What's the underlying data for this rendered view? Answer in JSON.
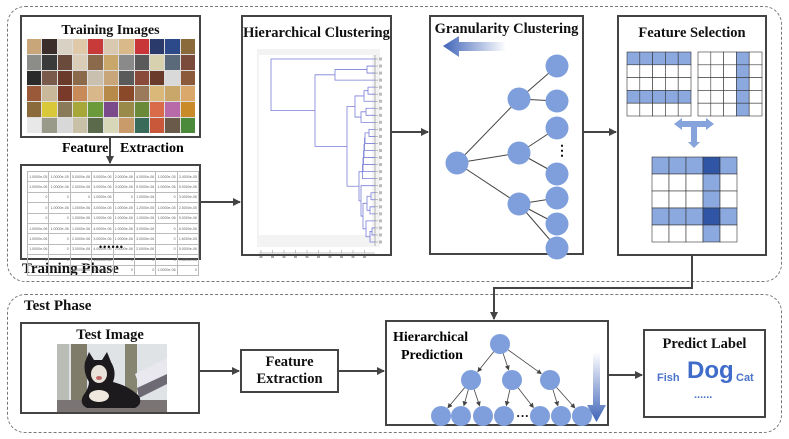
{
  "training_phase": {
    "label": "Training Phase",
    "training_images": {
      "title": "Training Images",
      "grid_rows": 6,
      "grid_cols": 11
    },
    "feature_extraction_label": {
      "left": "Feature",
      "right": "Extraction"
    },
    "feature_matrix": {
      "rows": [
        [
          "1.0000e-05",
          "1.0000e-05",
          "5.0000e-06",
          "5.0000e-06",
          "2.0000e-06",
          "4.0000e-06",
          "1.0000e-05",
          "3.4000e-05"
        ],
        [
          "1.0000e-06",
          "1.0000e-06",
          "2.0000e-06",
          "3.0000e-06",
          "3.0000e-06",
          "5.0000e-06",
          "1.0000e-06",
          "5.0000e-06"
        ],
        [
          "0",
          "0",
          "0",
          "1.0000e-06",
          "0",
          "1.0000e-06",
          "0",
          "3.0000e-06"
        ],
        [
          "0",
          "1.0000e-06",
          "1.0000e-06",
          "3.0000e-05",
          "1.0000e-05",
          "1.2000e-05",
          "1.0000e-05",
          "2.5000e-05"
        ],
        [
          "0",
          "0",
          "1.0000e-06",
          "1.0000e-06",
          "1.0000e-06",
          "1.0000e-06",
          "1.0000e-06",
          "5.0000e-06"
        ],
        [
          "1.0000e-06",
          "1.0000e-06",
          "1.0000e-06",
          "4.0000e-06",
          "1.0000e-06",
          "3.0000e-06",
          "0",
          "6.0000e-06"
        ],
        [
          "1.0000e-06",
          "0",
          "2.0000e-06",
          "3.0000e-06",
          "1.0000e-06",
          "3.0000e-06",
          "0",
          "1.6000e-05"
        ],
        [
          "1.0000e-06",
          "0",
          "3.0000e-06",
          "4.0000e-06",
          "2.0000e-06",
          "2.0000e-06",
          "0",
          "5.0000e-06"
        ],
        [
          "0",
          "0",
          "0",
          "1.0000e-06",
          "0",
          "0",
          "0",
          "1.4000e-05"
        ],
        [
          "0",
          "0",
          "1.0000e-06",
          "2.0000e-06",
          "0",
          "0",
          "1.0000e-06",
          "0"
        ]
      ],
      "ellipsis": "••••••"
    },
    "hierarchical_clustering": {
      "title": "Hierarchical  Clustering",
      "leaf_count": 27,
      "link_color": "#7a7fd8"
    },
    "granularity_clustering": {
      "title": "Granularity Clustering",
      "vertical_ellipsis": "⋮",
      "node_color": "#7f9fdc"
    },
    "feature_selection": {
      "title": "Feature Selection",
      "highlight_light": "#8ba8df",
      "highlight_dark": "#2f55a4"
    }
  },
  "test_phase": {
    "label": "Test Phase",
    "test_image": {
      "title": "Test Image"
    },
    "feature_extraction": {
      "line1": "Feature",
      "line2": "Extraction"
    },
    "hierarchical_prediction": {
      "line1": "Hierarchical",
      "line2": "Prediction",
      "ellipsis": "···"
    },
    "predict_label": {
      "title": "Predict Label",
      "labels": [
        "Fish",
        "Dog",
        "Cat"
      ],
      "ellipsis": "......"
    }
  },
  "colors": {
    "accent_blue": "#7f9fdc",
    "border": "#444444",
    "arrow": "#444444"
  }
}
